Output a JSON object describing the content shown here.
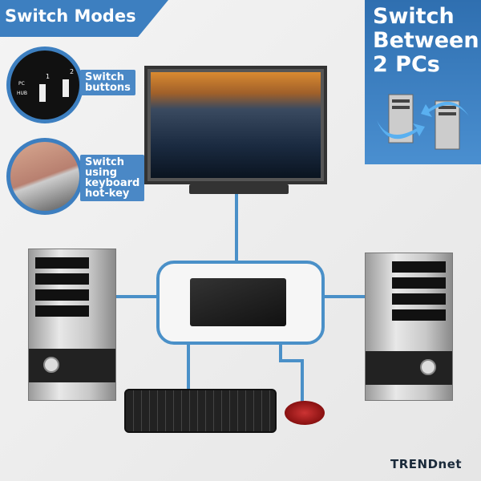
{
  "banner": {
    "title": "Switch Modes"
  },
  "right_panel": {
    "line1": "Switch",
    "line2": "Between",
    "line3": "2 PCs"
  },
  "modes": [
    {
      "label1": "Switch",
      "label2": "buttons"
    },
    {
      "label1": "Switch",
      "label2": "using",
      "label3": "keyboard",
      "label4": "hot-key"
    }
  ],
  "kvm_buttons": {
    "port1": "1",
    "port2": "2",
    "led1": "PC",
    "led2": "HUB"
  },
  "brand": {
    "logo": "TRENDnet"
  },
  "colors": {
    "accent": "#3d7fc0",
    "cable": "#4a90c8"
  }
}
